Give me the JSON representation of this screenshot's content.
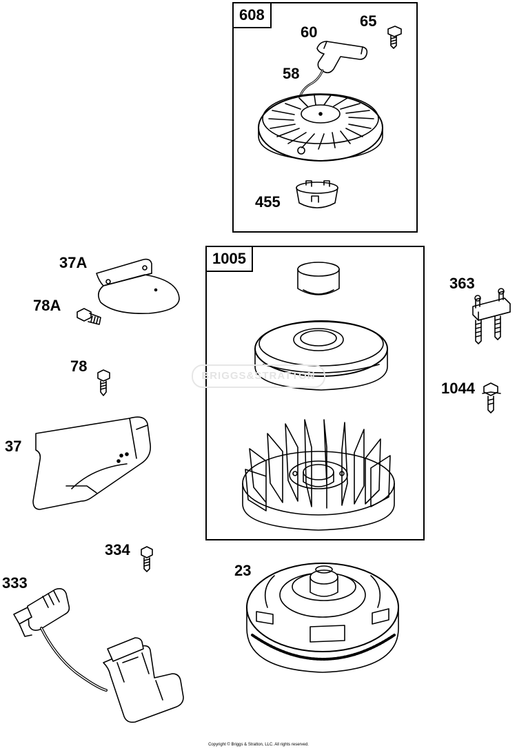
{
  "kits": [
    {
      "id": "kit-608",
      "label": "608"
    },
    {
      "id": "kit-1005",
      "label": "1005"
    }
  ],
  "parts": {
    "p60": "60",
    "p65": "65",
    "p58": "58",
    "p455": "455",
    "p37A": "37A",
    "p78A": "78A",
    "p78": "78",
    "p37": "37",
    "p334": "334",
    "p333": "333",
    "p23": "23",
    "p363": "363",
    "p1044": "1044"
  },
  "watermark": "BRIGGS&STRATTON",
  "copyright": "Copyright © Briggs & Stratton, LLC. All rights reserved.",
  "colors": {
    "line": "#000000",
    "background": "#ffffff",
    "watermark": "#e4e4e4"
  }
}
